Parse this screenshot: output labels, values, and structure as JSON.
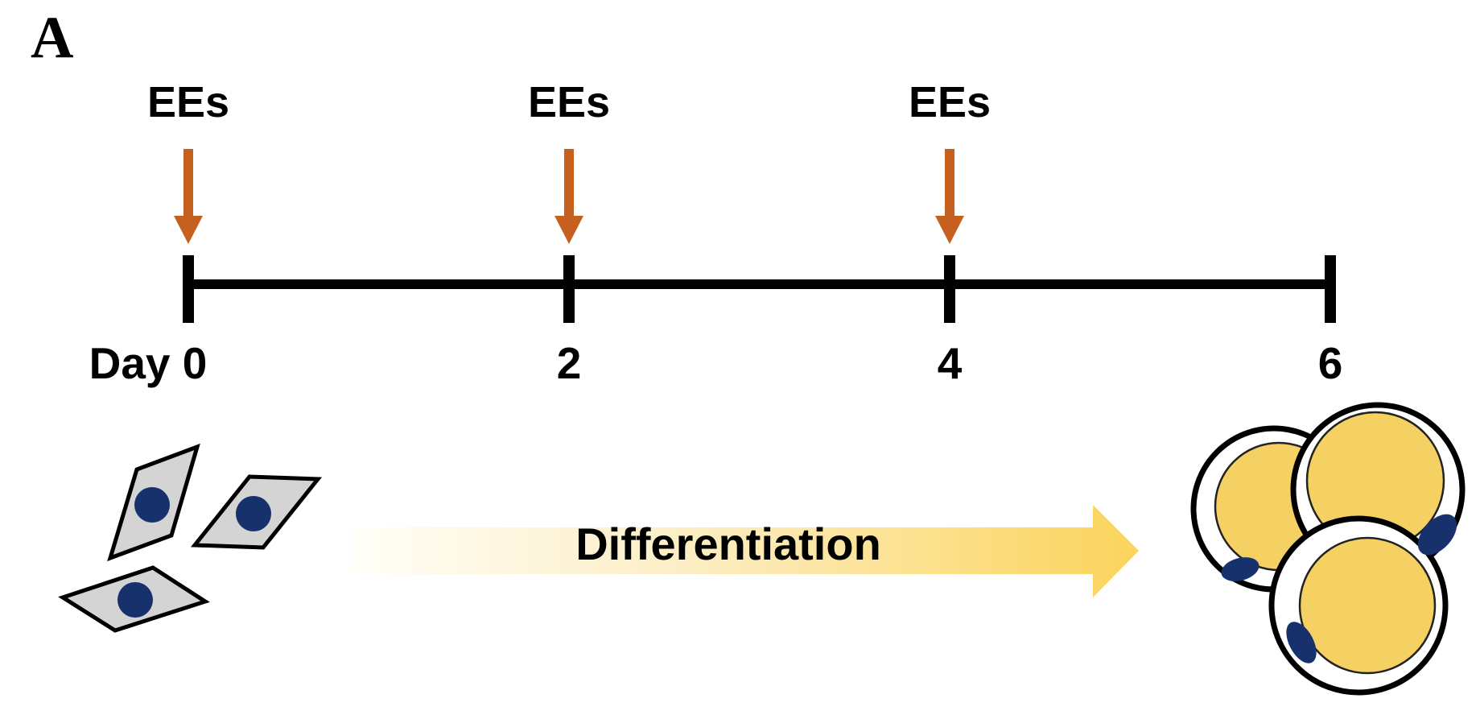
{
  "panel_label": "A",
  "timeline": {
    "ee_labels": [
      "EEs",
      "EEs",
      "EEs"
    ],
    "day_labels": [
      "Day 0",
      "2",
      "4",
      "6"
    ]
  },
  "differentiation_label": "Differentiation",
  "colors": {
    "ee_arrow_orange": "#C6601E",
    "axis_black": "#000000",
    "preadipocyte_gray": "#D4D4D4",
    "nucleus_navy": "#16316B",
    "lipid_yellow": "#F5D063",
    "diff_gradient_start": "#FFFEF8",
    "diff_gradient_mid": "#FCEFC8",
    "diff_gradient_end": "#FBD45C"
  }
}
